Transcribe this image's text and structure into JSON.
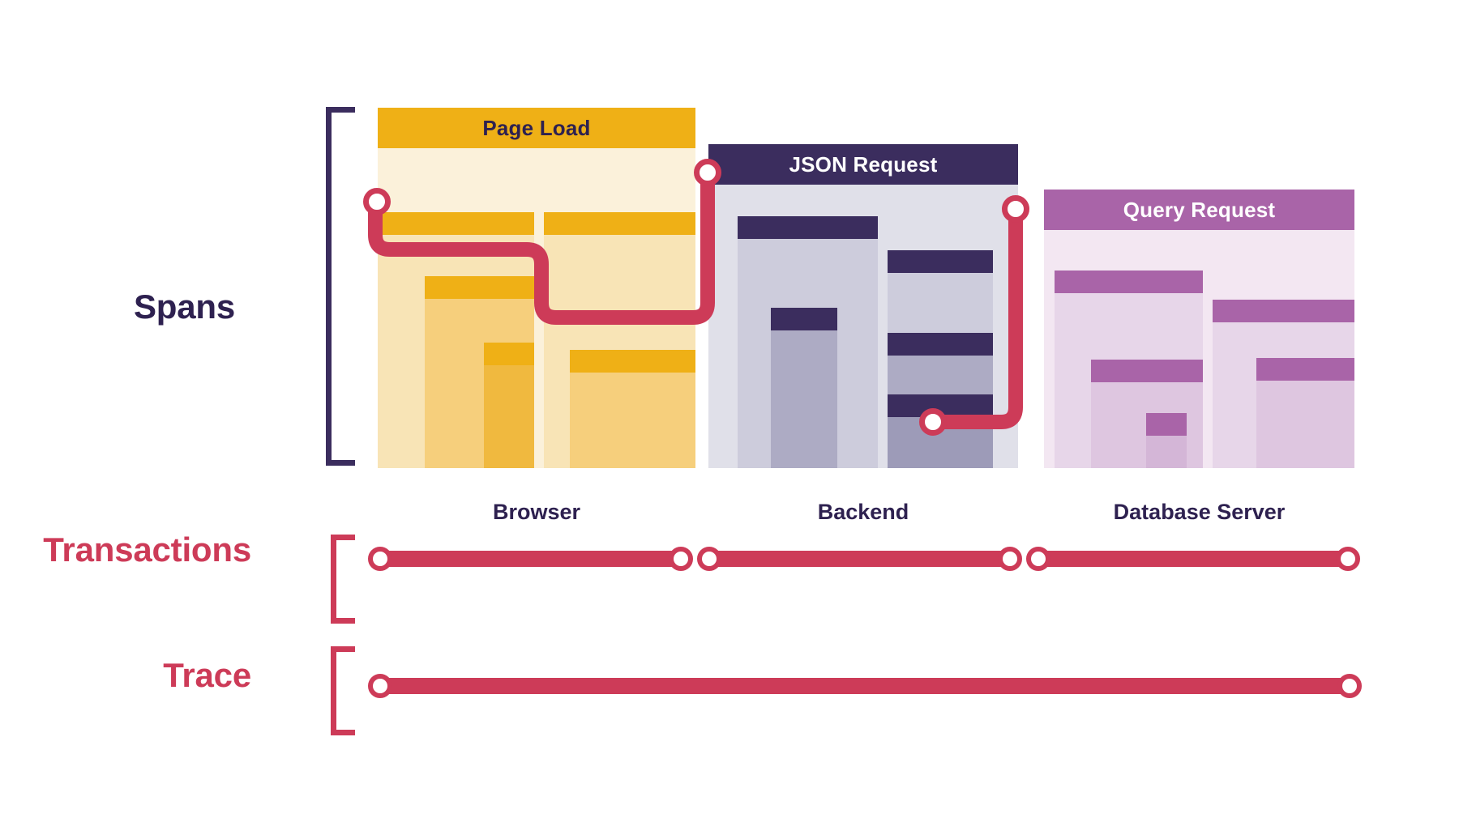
{
  "diagram": {
    "title_rows": {
      "spans": "Spans",
      "transactions": "Transactions",
      "trace": "Trace"
    },
    "colors": {
      "brand_red": "#cd3b58",
      "dark_navy": "#2e2150",
      "bracket_navy": "#3b2d5e",
      "browser_accent": "#efb016",
      "browser_header": "#efb016",
      "browser_body_light": "#fbf1da",
      "browser_body_mid": "#f8e4b6",
      "browser_body_deep": "#f6cf7c",
      "backend_accent": "#3b2d5e",
      "backend_header": "#3b2d5e",
      "backend_body_light": "#e0e0e9",
      "backend_body_mid": "#cdccdc",
      "backend_body_deep": "#adabc4",
      "database_accent": "#a964a8",
      "database_header": "#a964a8",
      "database_body_light": "#f3e7f2",
      "database_body_mid": "#e7d6e9",
      "database_body_deep": "#dec6e0"
    }
  },
  "services": [
    {
      "id": "browser",
      "header_label": "Page Load",
      "header_text_color": "#2e2150",
      "footer_label": "Browser",
      "spans": [
        {
          "name": "page-load-root",
          "depth": 0
        },
        {
          "name": "browser-span-1",
          "depth": 1
        },
        {
          "name": "browser-span-1-child",
          "depth": 2
        },
        {
          "name": "browser-span-1-leaf",
          "depth": 3
        },
        {
          "name": "browser-span-2",
          "depth": 1
        },
        {
          "name": "browser-span-2-leaf",
          "depth": 2
        }
      ]
    },
    {
      "id": "backend",
      "header_label": "JSON Request",
      "header_text_color": "#ffffff",
      "footer_label": "Backend",
      "spans": [
        {
          "name": "json-request-root",
          "depth": 0
        },
        {
          "name": "backend-span-1",
          "depth": 1
        },
        {
          "name": "backend-span-1-leaf",
          "depth": 2
        },
        {
          "name": "backend-span-2",
          "depth": 1
        },
        {
          "name": "backend-span-2-mid",
          "depth": 2
        },
        {
          "name": "backend-span-2-leaf",
          "depth": 3
        }
      ]
    },
    {
      "id": "database",
      "header_label": "Query Request",
      "header_text_color": "#ffffff",
      "footer_label": "Database Server",
      "spans": [
        {
          "name": "query-request-root",
          "depth": 0
        },
        {
          "name": "db-span-1",
          "depth": 1
        },
        {
          "name": "db-span-1-child",
          "depth": 2
        },
        {
          "name": "db-span-1-leaf",
          "depth": 3
        },
        {
          "name": "db-span-2",
          "depth": 1
        },
        {
          "name": "db-span-2-leaf",
          "depth": 2
        }
      ]
    }
  ],
  "transactions_row": {
    "segments": [
      {
        "name": "browser-transaction"
      },
      {
        "name": "backend-transaction"
      },
      {
        "name": "database-transaction"
      }
    ]
  },
  "trace_row": {
    "segments": [
      {
        "name": "full-trace"
      }
    ]
  },
  "chart_data": {
    "type": "table",
    "title": "Distributed trace: spans, transactions and trace relationship",
    "categories": [
      "Browser",
      "Backend",
      "Database Server"
    ],
    "series": [
      {
        "name": "Page Load",
        "values": [
          1,
          0,
          0
        ]
      },
      {
        "name": "JSON Request",
        "values": [
          0,
          1,
          0
        ]
      },
      {
        "name": "Query Request",
        "values": [
          0,
          0,
          1
        ]
      }
    ]
  }
}
